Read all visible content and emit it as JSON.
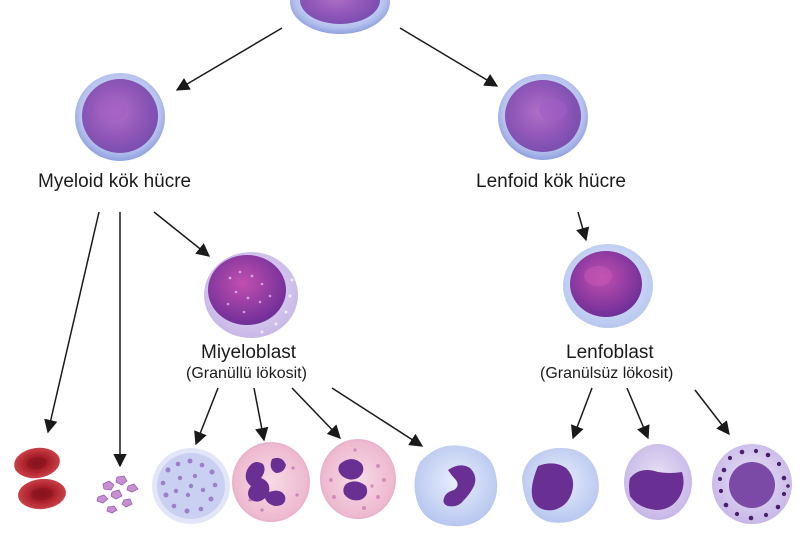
{
  "labels": {
    "myeloid": "Myeloid kök hücre",
    "lymphoid": "Lenfoid kök hücre",
    "myeloblast": "Miyeloblast",
    "myeloblast_sub": "(Granüllü lökosit)",
    "lymphoblast": "Lenfoblast",
    "lymphoblast_sub": "(Granülsüz lökosit)"
  },
  "colors": {
    "background": "#ffffff",
    "cell_purple": "#9a5fc0",
    "cell_membrane": "#b9c3ee",
    "nucleus": "#6b2f8f",
    "erythrocyte": "#b8202a",
    "platelet": "#c07ac8",
    "granulocyte_bg": "#f1c9d8",
    "arrow": "#1a1a1a"
  }
}
